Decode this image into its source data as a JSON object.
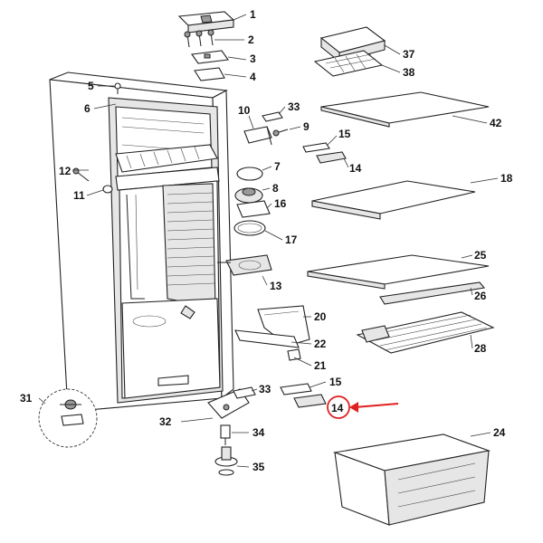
{
  "colors": {
    "highlight": "#e02020",
    "line": "#222222",
    "shade": "#e6e6e6"
  },
  "callouts": [
    {
      "id": "c1",
      "text": "1"
    },
    {
      "id": "c2",
      "text": "2"
    },
    {
      "id": "c3",
      "text": "3"
    },
    {
      "id": "c4",
      "text": "4"
    },
    {
      "id": "c5",
      "text": "5"
    },
    {
      "id": "c6",
      "text": "6"
    },
    {
      "id": "c7",
      "text": "7"
    },
    {
      "id": "c8",
      "text": "8"
    },
    {
      "id": "c9",
      "text": "9"
    },
    {
      "id": "c10",
      "text": "10"
    },
    {
      "id": "c11",
      "text": "11"
    },
    {
      "id": "c12",
      "text": "12"
    },
    {
      "id": "c13",
      "text": "13"
    },
    {
      "id": "c14a",
      "text": "14"
    },
    {
      "id": "c15a",
      "text": "15"
    },
    {
      "id": "c16",
      "text": "16"
    },
    {
      "id": "c17",
      "text": "17"
    },
    {
      "id": "c18",
      "text": "18"
    },
    {
      "id": "c20",
      "text": "20"
    },
    {
      "id": "c21",
      "text": "21"
    },
    {
      "id": "c22",
      "text": "22"
    },
    {
      "id": "c24",
      "text": "24"
    },
    {
      "id": "c25",
      "text": "25"
    },
    {
      "id": "c26",
      "text": "26"
    },
    {
      "id": "c28",
      "text": "28"
    },
    {
      "id": "c31",
      "text": "31"
    },
    {
      "id": "c32",
      "text": "32"
    },
    {
      "id": "c33a",
      "text": "33"
    },
    {
      "id": "c33b",
      "text": "33"
    },
    {
      "id": "c34",
      "text": "34"
    },
    {
      "id": "c35",
      "text": "35"
    },
    {
      "id": "c37",
      "text": "37"
    },
    {
      "id": "c38",
      "text": "38"
    },
    {
      "id": "c42",
      "text": "42"
    },
    {
      "id": "c15b",
      "text": "15"
    }
  ],
  "highlighted_callout": {
    "text": "14"
  }
}
